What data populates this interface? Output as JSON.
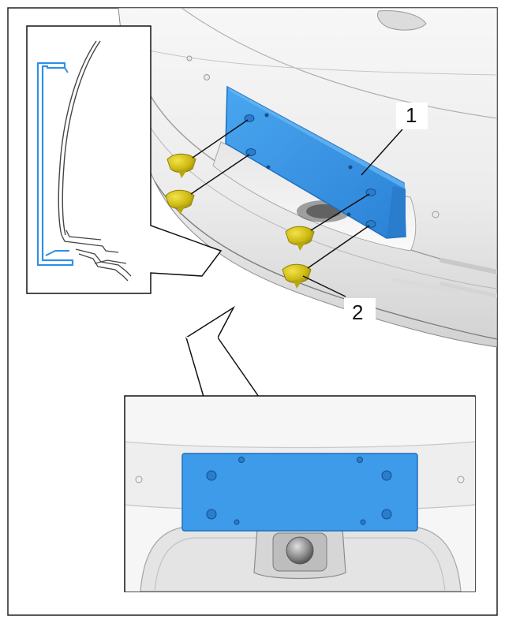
{
  "callouts": [
    {
      "label": "1",
      "part": "license-plate-bracket"
    },
    {
      "label": "2",
      "part": "push-pin-fastener"
    }
  ],
  "colors": {
    "highlight_part": "#3d9be9",
    "highlight_part_dark": "#1e6fbf",
    "fastener": "#d8c514",
    "fastener_dark": "#8f8208",
    "section_outline": "#2f8fe6",
    "bumper_light": "#f4f4f4",
    "bumper_shade": "#bdbdbd",
    "line": "#111111"
  },
  "views": {
    "main": "rear-bumper-perspective",
    "section_detail": "cross-section-inset",
    "front_detail": "front-view-inset"
  }
}
